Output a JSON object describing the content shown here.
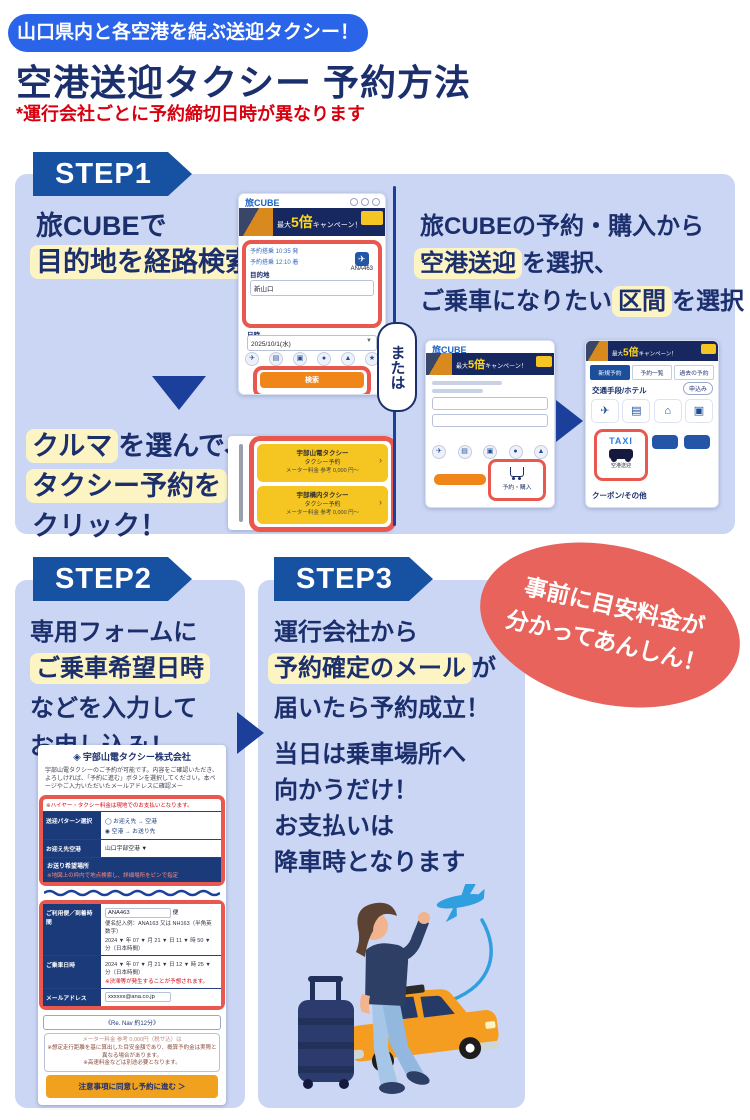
{
  "header": {
    "pill": "山口県内と各空港を結ぶ送迎タクシー！",
    "title": "空港送迎タクシー 予約方法",
    "note": "*運行会社ごとに予約締切日時が異なります"
  },
  "steps": {
    "step1": "STEP1",
    "step2": "STEP2",
    "step3": "STEP3",
    "or": "または"
  },
  "badge": {
    "line1": "事前に目安料金が",
    "line2": "分かってあんしん！"
  },
  "step1": {
    "intro1": "旅CUBEで",
    "intro2_hl": "目的地を経路検索",
    "intro2_rest": "！",
    "pick1_hl": "クルマ",
    "pick1_rest": "を選んで、",
    "pick2_hl": "タクシー予約を",
    "pick3": "クリック！",
    "alt1": "旅CUBEの予約・購入から",
    "alt2_hl": "空港送迎",
    "alt2_rest": "を選択、",
    "alt3_pre": "ご乗車になりたい",
    "alt3_hl": "区間",
    "alt3_rest": "を選択"
  },
  "phone1": {
    "app_name": "旅CUBE",
    "banner_pre": "最大",
    "banner_big": "5倍",
    "banner_post": "キャンペーン！",
    "dep_line": "予約搭乗 10:35 発",
    "arr_line": "予約搭乗 12:10 着",
    "flight_no": "ANA463",
    "dest_label": "目的地",
    "dest_value": "新山口",
    "date_label": "日時",
    "date_value": "2025/10/1(水)",
    "caret": "▼",
    "search_label": "検索"
  },
  "phone2": {
    "cart_label": "予約・購入"
  },
  "phone3": {
    "tabs": [
      "新規予約",
      "予約一覧",
      "過去の予約"
    ],
    "section_title": "交通手段/ホテル",
    "apply_label": "申込み",
    "taxi_word": "TAXI",
    "taxi_label": "空港送迎",
    "coupon_label": "クーポン/その他",
    "icon1": "✈"
  },
  "cards": [
    {
      "name": "宇部山電タクシー",
      "sub": "タクシー予約",
      "price": "メーター料金 参考 0,000 円〜",
      "chevron": "›"
    },
    {
      "name": "宇部構内タクシー",
      "sub": "タクシー予約",
      "price": "メーター料金 参考 0,000 円〜",
      "chevron": "›"
    }
  ],
  "step2": {
    "line1": "専用フォームに",
    "line2_hl": "ご乗車希望日時",
    "line3": "などを入力して",
    "line4": "お申し込み！"
  },
  "form": {
    "company": "宇部山電タクシー株式会社",
    "logo_glyph": "◈",
    "intro": "宇部山電タクシーのご予約が可能です。内容をご確認いただき、よろしければ、「予約に進む」ボタンを選択してください。本ページやご入力いただいたメールアドレスに確認メー",
    "pay_note": "※ハイヤー・タクシー料金は現地でのお支払いとなります。",
    "pattern_label": "送迎パターン選択",
    "pattern_opt1": "◯ お迎え先 → 空港",
    "pattern_opt2": "◉ 空港 → お送り先",
    "airport_label": "お迎え先空港",
    "airport_value": "山口宇部空港 ▼",
    "place_label": "お送り希望場所",
    "place_note": "※地図上の枠内で地点検索し、詳細場所をピンで指定",
    "flight_label": "ご利用便／到着時間",
    "flight_value": "ANA463",
    "flight_unit": "便",
    "flight_hint": "便名記入例：ANA163 又は NH163（半角英数字）",
    "flight_datetime": "2024 ▼ 年 07 ▼ 月 21 ▼ 日 11 ▼ 時 50 ▼ 分（日本時間）",
    "ride_label": "ご乗車日時",
    "ride_datetime": "2024 ▼ 年 07 ▼ 月 21 ▼ 日 12 ▼ 時 25 ▼ 分（日本時間）",
    "ride_note": "※渋滞等が発生することが予想されます。",
    "mail_label": "メールアドレス",
    "mail_value": "xxxxxx@ana.co.jp",
    "nav_row": "《Re. Nav 約12分》",
    "note0": "メーター料金 参考 0,000円（税サ込）は",
    "note1": "※想定走行距離を基に算出した目安金額であり、概算予約金は実際と異なる場合があります。",
    "note2": "※高速料金などは別途必要となります。",
    "submit_label": "注意事項に同意し予約に進む ＞"
  },
  "step3": {
    "line1": "運行会社から",
    "line2_hl": "予約確定のメール",
    "line2_rest": "が",
    "line3": "届いたら予約成立！",
    "p2_line1": "当日は乗車場所へ",
    "p2_line2": "向かうだけ！",
    "p2_line3": "お支払いは",
    "p2_line4": "降車時となります"
  },
  "colors": {
    "brand_blue": "#2a64e8",
    "navy_text": "#1c2f6d",
    "step_banner_blue": "#1751a1",
    "panel_bg": "#cbd6f4",
    "highlight_yellow": "#fdf4c3",
    "alert_red": "#d6000f",
    "outline_red": "#e8584f",
    "badge_red": "#e7635c",
    "card_yellow": "#f5c522",
    "button_orange": "#f0a11d"
  }
}
